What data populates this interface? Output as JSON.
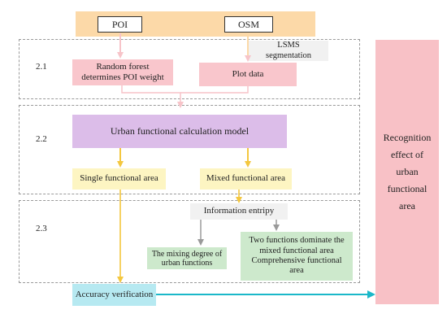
{
  "inputs": {
    "poi": "POI",
    "osm": "OSM"
  },
  "sections": {
    "s1": "2.1",
    "s2": "2.2",
    "s3": "2.3"
  },
  "nodes": {
    "lsms": "LSMS segmentation",
    "random_forest": "Random forest determines POI weight",
    "plot_data": "Plot data",
    "calc_model": "Urban functional calculation model",
    "single": "Single functional area",
    "mixed": "Mixed functional area",
    "entropy": "Information entripy",
    "mixing_degree": "The mixing degree of urban functions",
    "two_functions": "Two functions dominate the mixed functional area Comprehensive functional area",
    "accuracy": "Accuracy verification",
    "recognition": "Recognition effect of urban functional area"
  },
  "colors": {
    "orange": "#fcd9a8",
    "pink": "#f9c6cc",
    "purple": "#dcbde9",
    "yellow": "#fdf5c2",
    "green": "#cde9cc",
    "cyan": "#b6e9f1",
    "red_panel": "#f8c1c6",
    "gray_box": "#f1f1f1"
  }
}
